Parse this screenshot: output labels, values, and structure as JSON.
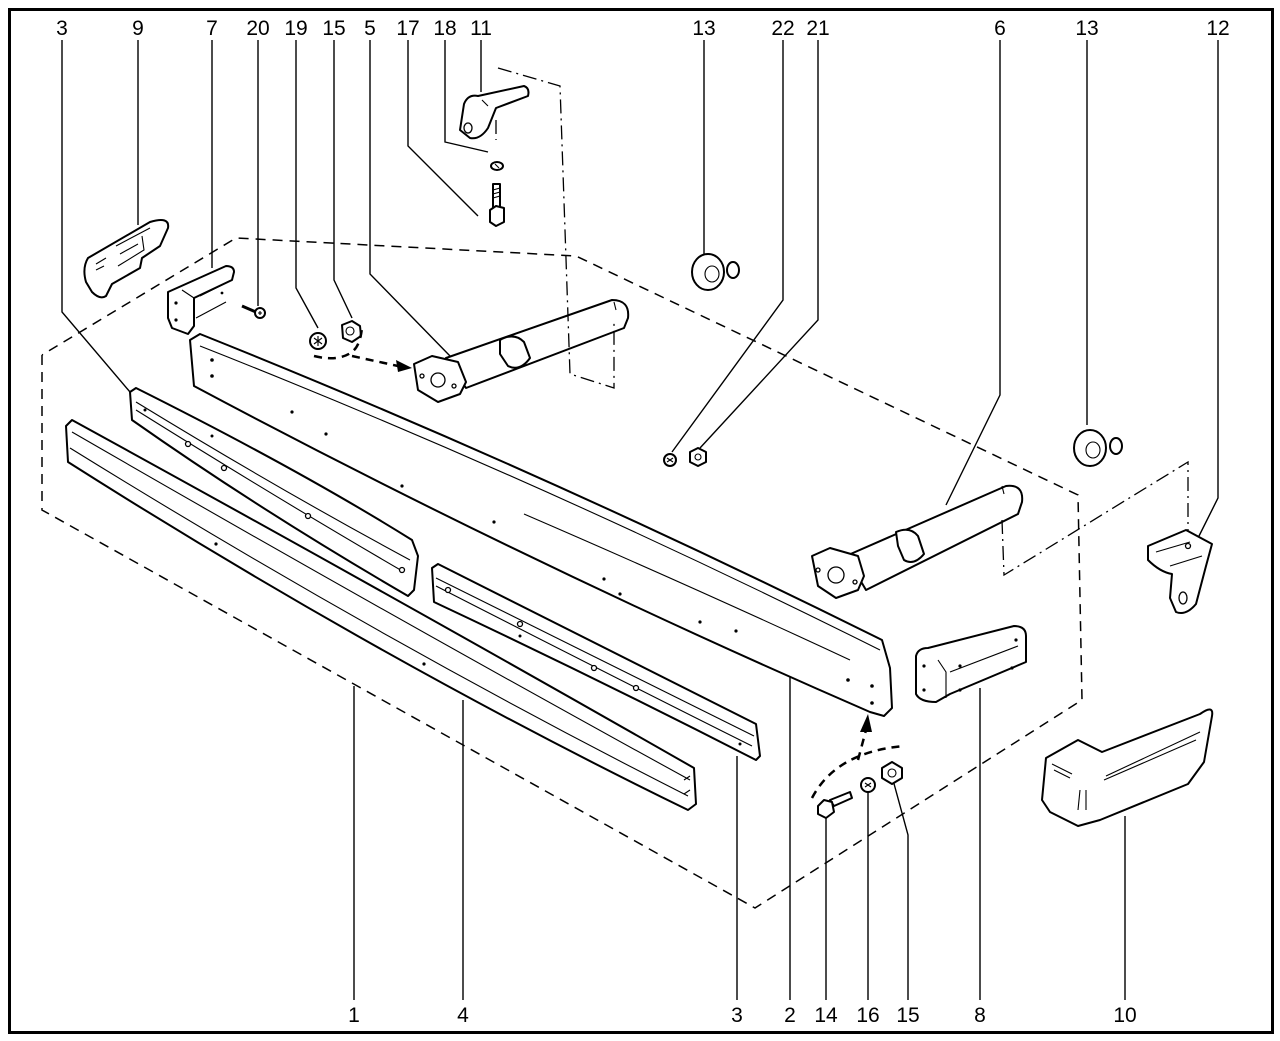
{
  "title": "Exploded view – front bumper assembly",
  "callouts_top": [
    {
      "label": "3",
      "part": "bumper-trim-strip"
    },
    {
      "label": "9",
      "part": "left-end-cap"
    },
    {
      "label": "7",
      "part": "left-mounting-bracket"
    },
    {
      "label": "20",
      "part": "self-tapping-screw"
    },
    {
      "label": "19",
      "part": "lock-washer"
    },
    {
      "label": "15",
      "part": "nut"
    },
    {
      "label": "5",
      "part": "left-mounting-tube"
    },
    {
      "label": "17",
      "part": "bolt"
    },
    {
      "label": "18",
      "part": "spring-washer"
    },
    {
      "label": "11",
      "part": "left-support-bracket"
    },
    {
      "label": "13",
      "part": "rubber-grommet"
    },
    {
      "label": "22",
      "part": "lock-washer"
    },
    {
      "label": "21",
      "part": "nut"
    },
    {
      "label": "6",
      "part": "right-mounting-tube"
    },
    {
      "label": "13",
      "part": "rubber-grommet"
    },
    {
      "label": "12",
      "part": "right-support-bracket"
    }
  ],
  "callouts_bottom": [
    {
      "label": "1",
      "part": "bumper-cover"
    },
    {
      "label": "4",
      "part": "bumper-trim-strip"
    },
    {
      "label": "3",
      "part": "bumper-trim-strip"
    },
    {
      "label": "2",
      "part": "bumper-beam"
    },
    {
      "label": "14",
      "part": "bolt"
    },
    {
      "label": "16",
      "part": "lock-washer"
    },
    {
      "label": "15",
      "part": "nut"
    },
    {
      "label": "8",
      "part": "right-mounting-bracket"
    },
    {
      "label": "10",
      "part": "right-end-cap"
    }
  ]
}
